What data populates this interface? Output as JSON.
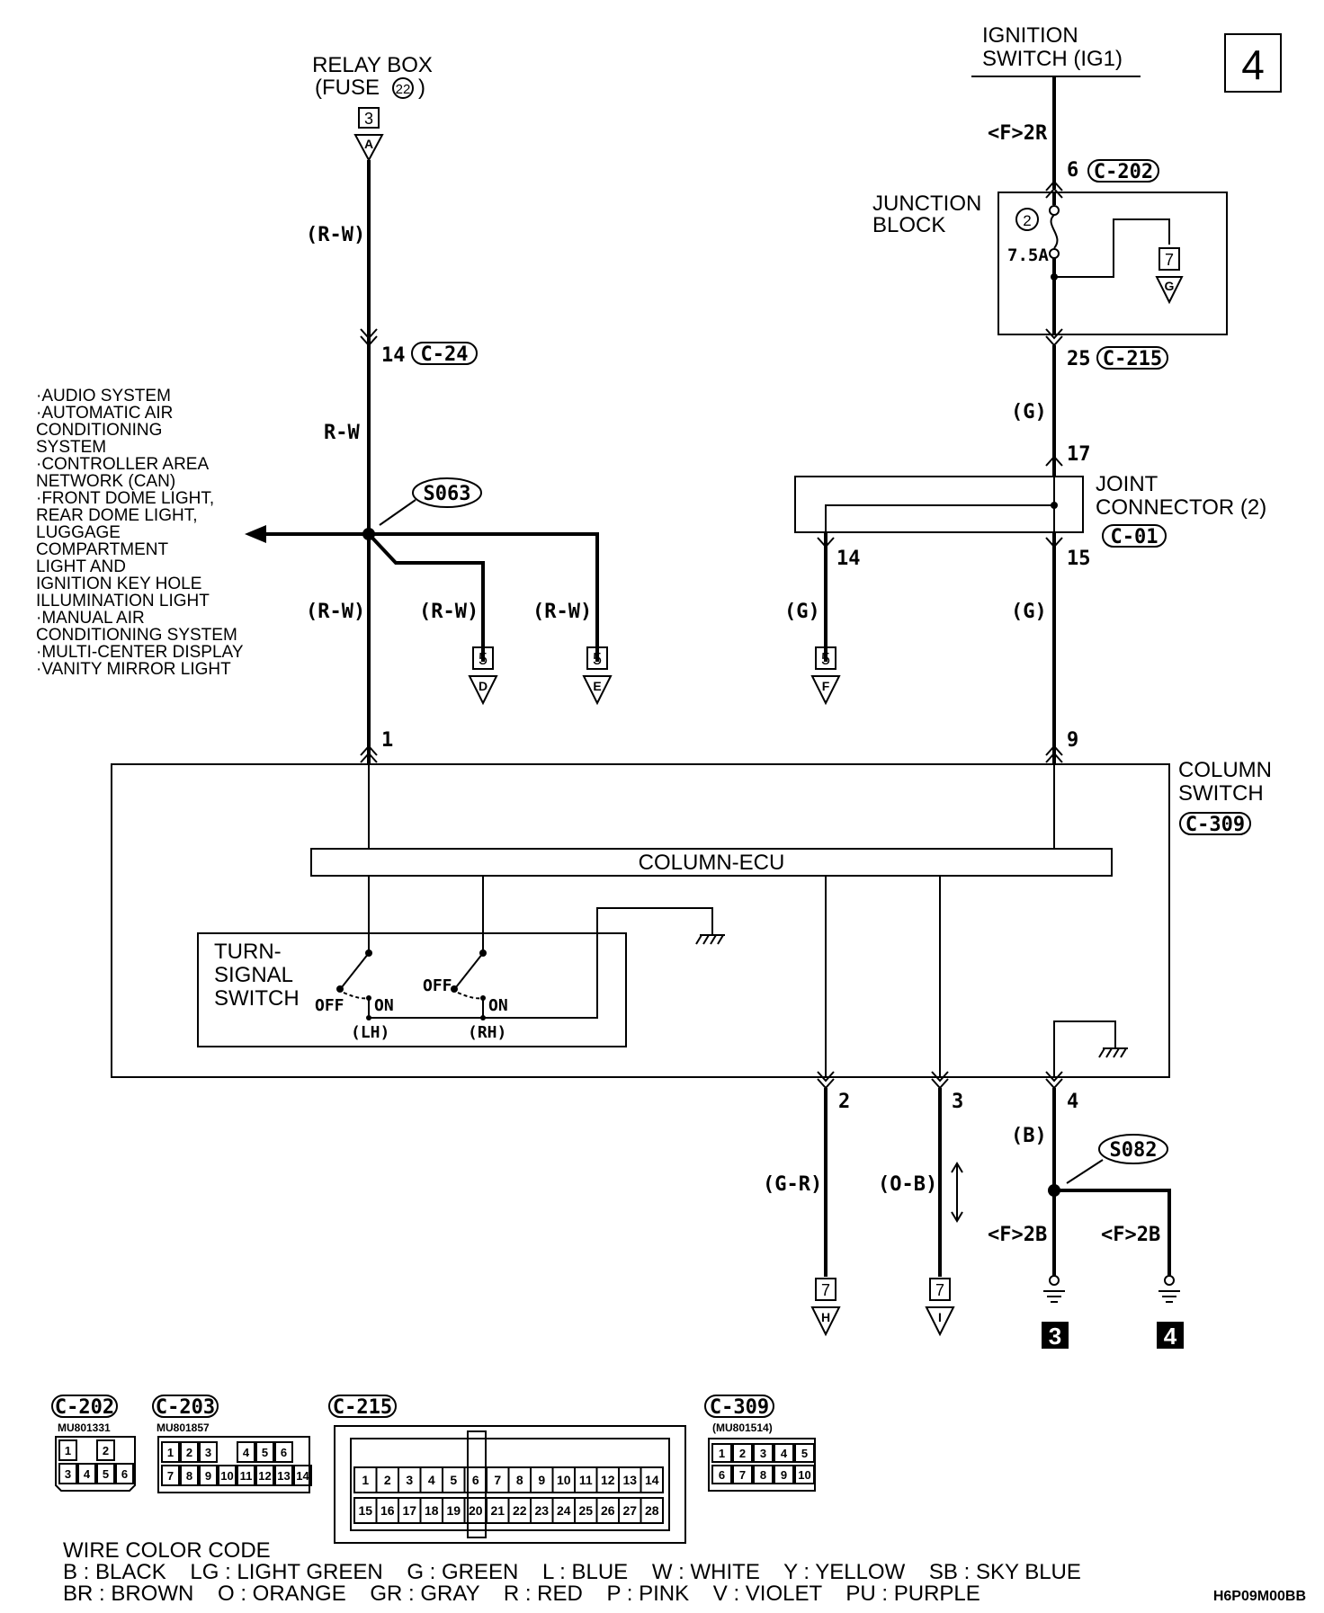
{
  "page_number": "4",
  "relay_box": {
    "line1": "RELAY BOX",
    "line2": "(FUSE ",
    "fuse_no": "22",
    "line2_end": ")",
    "conn_no": "3",
    "conn_letter": "A"
  },
  "ignition": {
    "line1": "IGNITION",
    "line2": "SWITCH (IG1)",
    "wire_ref": "<F>2R"
  },
  "junction_block": {
    "line1": "JUNCTION",
    "line2": "BLOCK",
    "fuse_no": "2",
    "fuse_rating": "7.5A",
    "in_pin": "6",
    "in_conn": "C-202",
    "out_pin": "25",
    "out_conn": "C-215",
    "ref_no": "7",
    "ref_letter": "G"
  },
  "c24": {
    "pin": "14",
    "conn": "C-24"
  },
  "wire_labels": {
    "rw_paren": "(R-W)",
    "rw": "R-W",
    "g_paren": "(G)",
    "gr": "(G-R)",
    "ob": "(O-B)",
    "b": "(B)"
  },
  "splice_s063": "S063",
  "splice_s082": "S082",
  "systems_list": [
    "·AUDIO SYSTEM",
    "·AUTOMATIC AIR",
    " CONDITIONING",
    " SYSTEM",
    "·CONTROLLER AREA",
    " NETWORK (CAN)",
    "·FRONT DOME LIGHT,",
    " REAR DOME LIGHT,",
    " LUGGAGE",
    " COMPARTMENT",
    " LIGHT AND",
    " IGNITION KEY HOLE",
    " ILLUMINATION LIGHT",
    "·MANUAL AIR",
    " CONDITIONING SYSTEM",
    "·MULTI-CENTER DISPLAY",
    "·VANITY MIRROR LIGHT"
  ],
  "refs": {
    "d": {
      "no": "5",
      "letter": "D"
    },
    "e": {
      "no": "5",
      "letter": "E"
    },
    "f": {
      "no": "5",
      "letter": "F"
    },
    "h": {
      "no": "7",
      "letter": "H"
    },
    "i": {
      "no": "7",
      "letter": "I"
    }
  },
  "joint_connector": {
    "line1": "JOINT",
    "line2": "CONNECTOR (2)",
    "conn": "C-01",
    "pin_in": "17",
    "pin_out_a": "14",
    "pin_out_b": "15"
  },
  "column_switch": {
    "line1": "COLUMN",
    "line2": "SWITCH",
    "conn": "C-309",
    "pin1": "1",
    "pin9": "9",
    "pin2": "2",
    "pin3": "3",
    "pin4": "4"
  },
  "column_ecu": "COLUMN-ECU",
  "turn_signal": {
    "line1": "TURN-",
    "line2": "SIGNAL",
    "line3": "SWITCH",
    "off": "OFF",
    "on": "ON",
    "lh": "(LH)",
    "rh": "(RH)"
  },
  "grounds": {
    "ref_left": "<F>2B",
    "ref_right": "<F>2B",
    "g3": "3",
    "g4": "4"
  },
  "connectors": [
    {
      "name": "C-202",
      "part": "MU801331",
      "rows": [
        [
          "1",
          "",
          "2"
        ],
        [
          "3",
          "4",
          "5",
          "6"
        ]
      ]
    },
    {
      "name": "C-203",
      "part": "MU801857",
      "rows": [
        [
          "1",
          "2",
          "3",
          "",
          "4",
          "5",
          "6"
        ],
        [
          "7",
          "8",
          "9",
          "10",
          "11",
          "12",
          "13",
          "14"
        ]
      ]
    },
    {
      "name": "C-215",
      "part": "",
      "rows": [
        [
          "1",
          "2",
          "3",
          "4",
          "5",
          "6",
          "7",
          "8",
          "9",
          "10",
          "11",
          "12",
          "13",
          "14"
        ],
        [
          "15",
          "16",
          "17",
          "18",
          "19",
          "20",
          "21",
          "22",
          "23",
          "24",
          "25",
          "26",
          "27",
          "28"
        ]
      ]
    },
    {
      "name": "C-309",
      "part": "(MU801514)",
      "rows": [
        [
          "1",
          "2",
          "3",
          "4",
          "5"
        ],
        [
          "6",
          "7",
          "8",
          "9",
          "10"
        ]
      ]
    }
  ],
  "wire_color_code": {
    "title": "WIRE COLOR CODE",
    "line1": "B : BLACK    LG : LIGHT GREEN    G : GREEN    L : BLUE    W : WHITE    Y : YELLOW    SB : SKY BLUE",
    "line2": "BR : BROWN    O : ORANGE    GR : GRAY    R : RED    P : PINK    V : VIOLET    PU : PURPLE"
  },
  "diagram_code": "H6P09M00BB"
}
